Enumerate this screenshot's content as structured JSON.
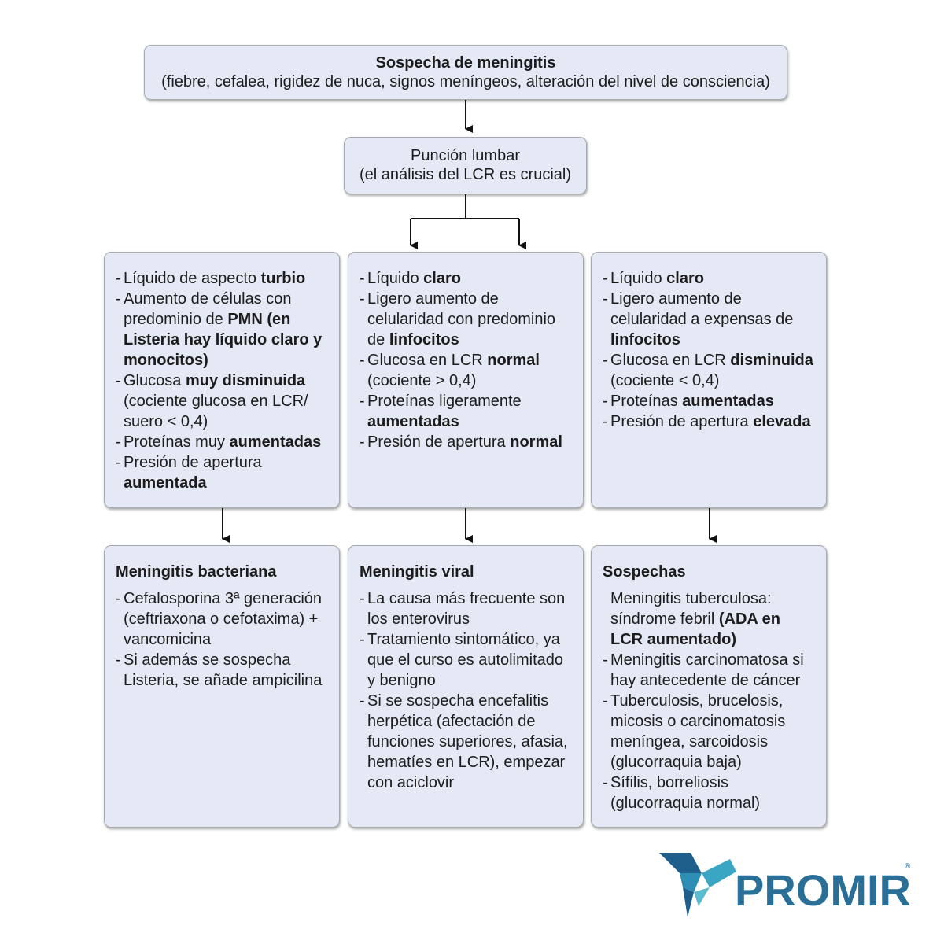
{
  "top": {
    "title": "Sospecha de meningitis",
    "subtitle": "(fiebre, cefalea, rigidez de nuca, signos meníngeos, alteración del nivel de consciencia)"
  },
  "puncion": {
    "line1": "Punción lumbar",
    "line2": "(el análisis del LCR es crucial)"
  },
  "findings": [
    {
      "items": [
        [
          {
            "t": "Líquido de aspecto "
          },
          {
            "t": "turbio",
            "b": true
          }
        ],
        [
          {
            "t": "Aumento de células con predominio de "
          },
          {
            "t": "PMN",
            "b": true
          },
          {
            "t": " (en Listeria hay líquido claro y monocitos)",
            "b": true
          }
        ],
        [
          {
            "t": "Glucosa "
          },
          {
            "t": "muy disminuida",
            "b": true
          },
          {
            "t": " (cociente glucosa en LCR/ suero < 0,4)"
          }
        ],
        [
          {
            "t": "Proteínas muy "
          },
          {
            "t": "aumentadas",
            "b": true
          }
        ],
        [
          {
            "t": "Presión de apertura "
          },
          {
            "t": "aumentada",
            "b": true
          }
        ]
      ]
    },
    {
      "items": [
        [
          {
            "t": "Líquido "
          },
          {
            "t": "claro",
            "b": true
          }
        ],
        [
          {
            "t": "Ligero aumento de celularidad con predominio de "
          },
          {
            "t": "linfocitos",
            "b": true
          }
        ],
        [
          {
            "t": "Glucosa en LCR "
          },
          {
            "t": "normal",
            "b": true
          },
          {
            "t": " (cociente > 0,4)"
          }
        ],
        [
          {
            "t": "Proteínas ligeramente "
          },
          {
            "t": "aumentadas",
            "b": true
          }
        ],
        [
          {
            "t": "Presión de apertura "
          },
          {
            "t": "normal",
            "b": true
          }
        ]
      ]
    },
    {
      "items": [
        [
          {
            "t": "Líquido "
          },
          {
            "t": "claro",
            "b": true
          }
        ],
        [
          {
            "t": "Ligero aumento de celularidad a expensas de "
          },
          {
            "t": "linfocitos",
            "b": true
          }
        ],
        [
          {
            "t": "Glucosa en LCR "
          },
          {
            "t": "disminuida",
            "b": true
          },
          {
            "t": " (cociente < 0,4)"
          }
        ],
        [
          {
            "t": "Proteínas "
          },
          {
            "t": "aumentadas",
            "b": true
          }
        ],
        [
          {
            "t": "Presión de apertura "
          },
          {
            "t": "elevada",
            "b": true
          }
        ]
      ]
    }
  ],
  "results": [
    {
      "title": "Meningitis bacteriana",
      "items": [
        {
          "parts": [
            {
              "t": "Cefalosporina 3ª generación (ceftriaxona o cefotaxima) + vancomicina"
            }
          ]
        },
        {
          "parts": [
            {
              "t": "Si además se sospecha Listeria, se añade ampicilina"
            }
          ]
        }
      ]
    },
    {
      "title": "Meningitis viral",
      "items": [
        {
          "parts": [
            {
              "t": "La causa más frecuente son los enterovirus"
            }
          ]
        },
        {
          "parts": [
            {
              "t": "Tratamiento sintomático, ya que el curso es autolimitado y benigno"
            }
          ]
        },
        {
          "parts": [
            {
              "t": "Si se sospecha encefalitis herpética (afectación de funciones superiores, afasia, hematíes en LCR), empezar con aciclovir"
            }
          ]
        }
      ]
    },
    {
      "title": "Sospechas",
      "items": [
        {
          "nodash": true,
          "parts": [
            {
              "t": "Meningitis tuberculosa: síndrome febril "
            },
            {
              "t": "(ADA en LCR aumentado)",
              "b": true
            }
          ]
        },
        {
          "parts": [
            {
              "t": "Meningitis carcinomatosa si hay antecedente de cáncer"
            }
          ]
        },
        {
          "parts": [
            {
              "t": "Tuberculosis, brucelosis, micosis o carcinomatosis meníngea, sarcoidosis (glucorraquia baja)"
            }
          ]
        },
        {
          "parts": [
            {
              "t": "Sífilis, borreliosis (glucorraquia normal)"
            }
          ]
        }
      ]
    }
  ],
  "logo": {
    "text": "PROMIR",
    "reg": "®",
    "color": "#2a6f97"
  }
}
